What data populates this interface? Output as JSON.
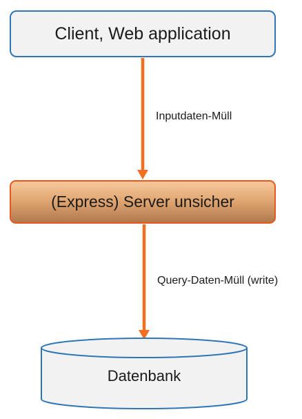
{
  "nodes": {
    "client": {
      "label": "Client, Web application"
    },
    "server": {
      "label": "(Express) Server unsicher"
    },
    "database": {
      "label": "Datenbank"
    }
  },
  "edges": [
    {
      "from": "client",
      "to": "server",
      "label": "Inputdaten-Müll"
    },
    {
      "from": "server",
      "to": "database",
      "label": "Query-Daten-Müll (write)"
    }
  ],
  "colors": {
    "arrow": "#f26f21",
    "client_border": "#2e75b6",
    "client_fill": "#f2f2f2",
    "server_border": "#e8571b",
    "server_fill_top": "#f7c89b",
    "server_fill_bottom": "#b07a4e",
    "database_border": "#2e75b6",
    "database_fill": "#f2f2f2"
  }
}
